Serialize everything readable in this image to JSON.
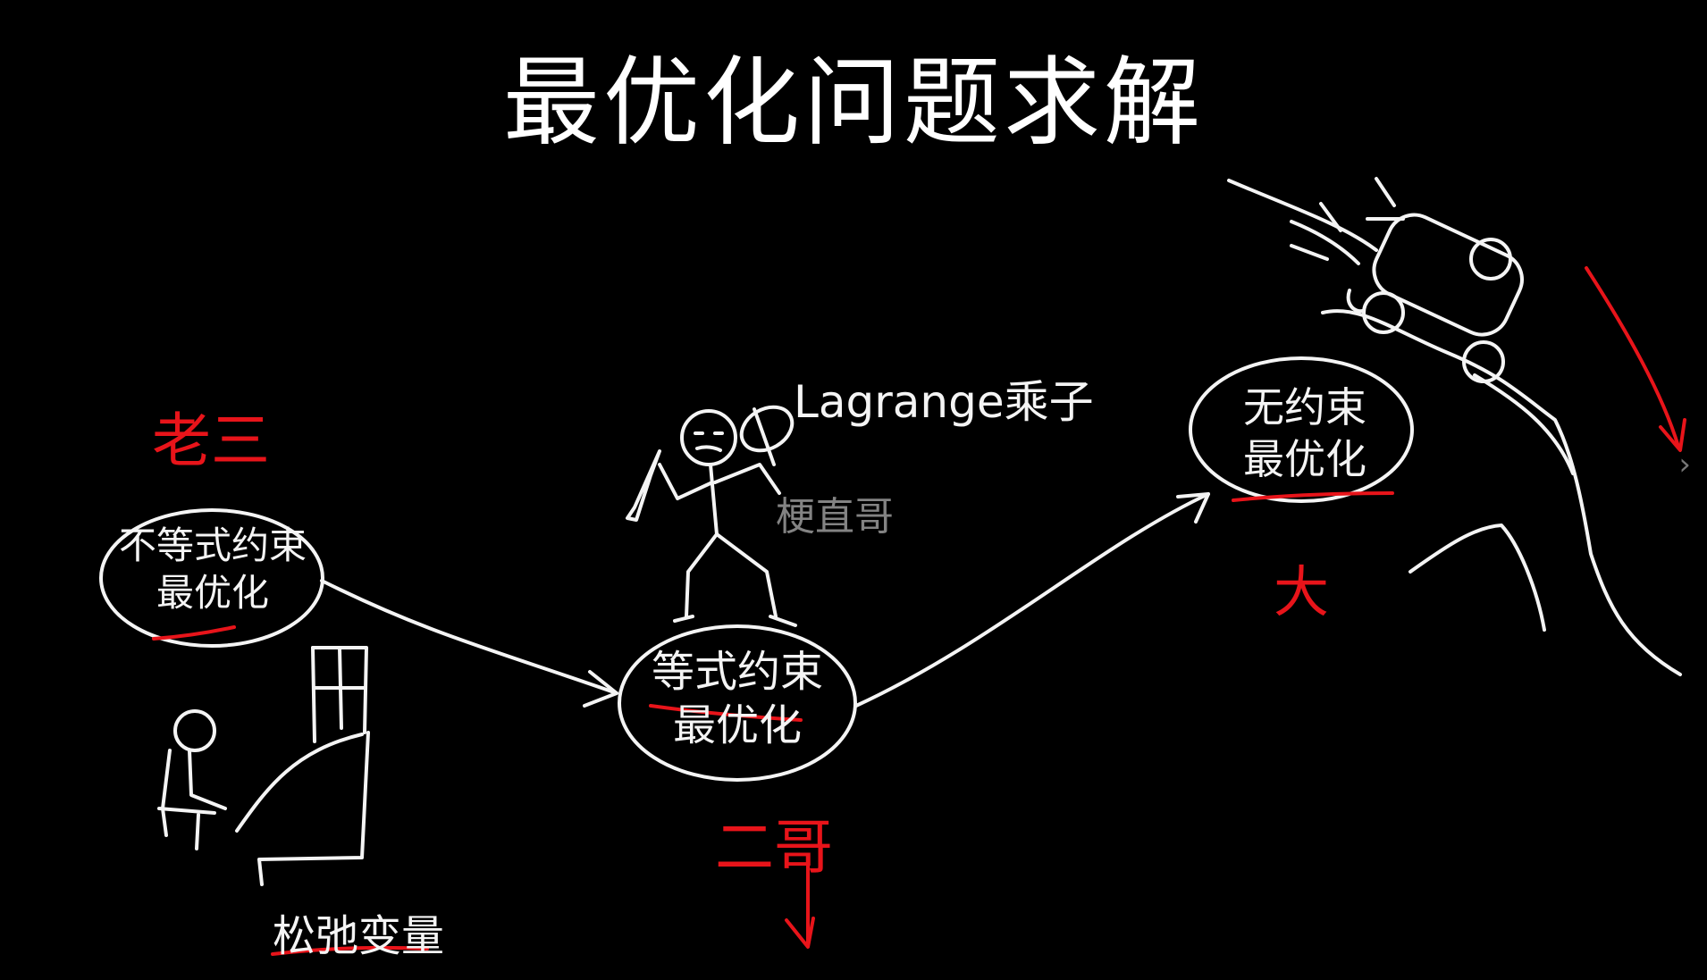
{
  "title": "最优化问题求解",
  "nodes": [
    {
      "id": "inequality",
      "line1": "不等式约束",
      "line2": "最优化",
      "label": "老三"
    },
    {
      "id": "equality",
      "line1": "等式约束",
      "line2": "最优化",
      "label": "二哥"
    },
    {
      "id": "unconstrained",
      "line1": "无约束",
      "line2": "最优化",
      "label": "大"
    }
  ],
  "annotations": {
    "lagrange": "Lagrange乘子",
    "slack": "松弛变量"
  },
  "watermark": "梗直哥",
  "colors": {
    "background": "#000000",
    "ink": "#f4f4f4",
    "accent": "#e8141a"
  }
}
